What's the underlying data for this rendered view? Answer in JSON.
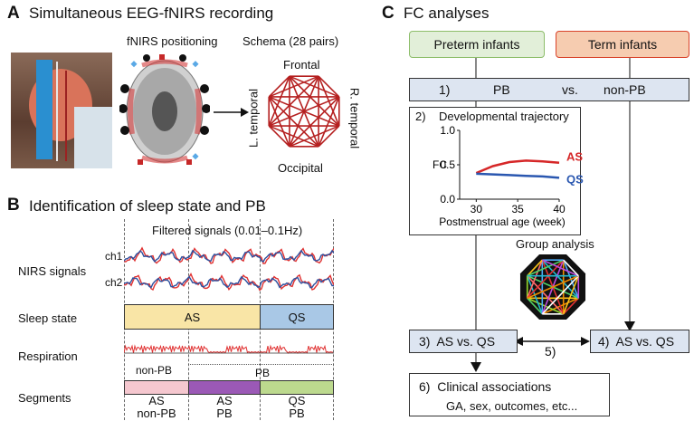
{
  "panel_a": {
    "letter": "A",
    "title": "Simultaneous EEG-fNIRS recording",
    "fnirs_label": "fNIRS positioning",
    "schema_label": "Schema (28 pairs)",
    "frontal": "Frontal",
    "occipital": "Occipital",
    "left_temporal": "L. temporal",
    "right_temporal": "R. temporal"
  },
  "panel_b": {
    "letter": "B",
    "title": "Identification of sleep state and PB",
    "filtered": "Filtered signals (0.01–0.1Hz)",
    "nirs_signals": "NIRS signals",
    "ch1": "ch1",
    "ch2": "ch2",
    "sleep_state": "Sleep state",
    "as": "AS",
    "qs": "QS",
    "respiration": "Respiration",
    "non_pb": "non-PB",
    "pb": "PB",
    "segments": "Segments",
    "seg1_a": "AS",
    "seg1_b": "non-PB",
    "seg2_a": "AS",
    "seg2_b": "PB",
    "seg3_a": "QS",
    "seg3_b": "PB",
    "colors": {
      "as": "#f9e5a6",
      "qs": "#a9c8e6",
      "seg1": "#f5c7cf",
      "seg2": "#9b59b6",
      "seg3": "#bcd98e",
      "signal_red": "#e03131",
      "signal_blue": "#2c4f9e"
    }
  },
  "panel_c": {
    "letter": "C",
    "title": "FC analyses",
    "preterm": "Preterm infants",
    "term": "Term infants",
    "step1_num": "1)",
    "step1_a": "PB",
    "step1_vs": "vs.",
    "step1_b": "non-PB",
    "step2": "2)    Developmental trajectory",
    "group_analysis": "Group analysis",
    "step3": "3)  AS vs. QS",
    "step4": "4)  AS vs. QS",
    "step5": "5)",
    "step6": "6)  Clinical associations",
    "step6_sub": "GA, sex, outcomes, etc...",
    "colors": {
      "preterm_fill": "#e2efd9",
      "preterm_border": "#8dbd6a",
      "term_fill": "#f6ccb0",
      "term_border": "#d9432b",
      "step_fill": "#dde5f1",
      "as_color": "#d62728",
      "qs_color": "#2a57b0"
    }
  },
  "chart_data": {
    "type": "line",
    "xlabel": "Postmenstrual age (week)",
    "ylabel": "FC",
    "xlim": [
      28,
      40
    ],
    "ylim": [
      0.0,
      1.0
    ],
    "xticks": [
      "30",
      "35",
      "40"
    ],
    "yticks": [
      "0.0",
      "0.5",
      "1.0"
    ],
    "series": [
      {
        "name": "AS",
        "x": [
          30,
          32,
          34,
          36,
          38,
          40
        ],
        "values": [
          0.38,
          0.48,
          0.54,
          0.56,
          0.55,
          0.53
        ]
      },
      {
        "name": "QS",
        "x": [
          30,
          32,
          34,
          36,
          38,
          40
        ],
        "values": [
          0.37,
          0.36,
          0.35,
          0.34,
          0.33,
          0.31
        ]
      }
    ]
  }
}
